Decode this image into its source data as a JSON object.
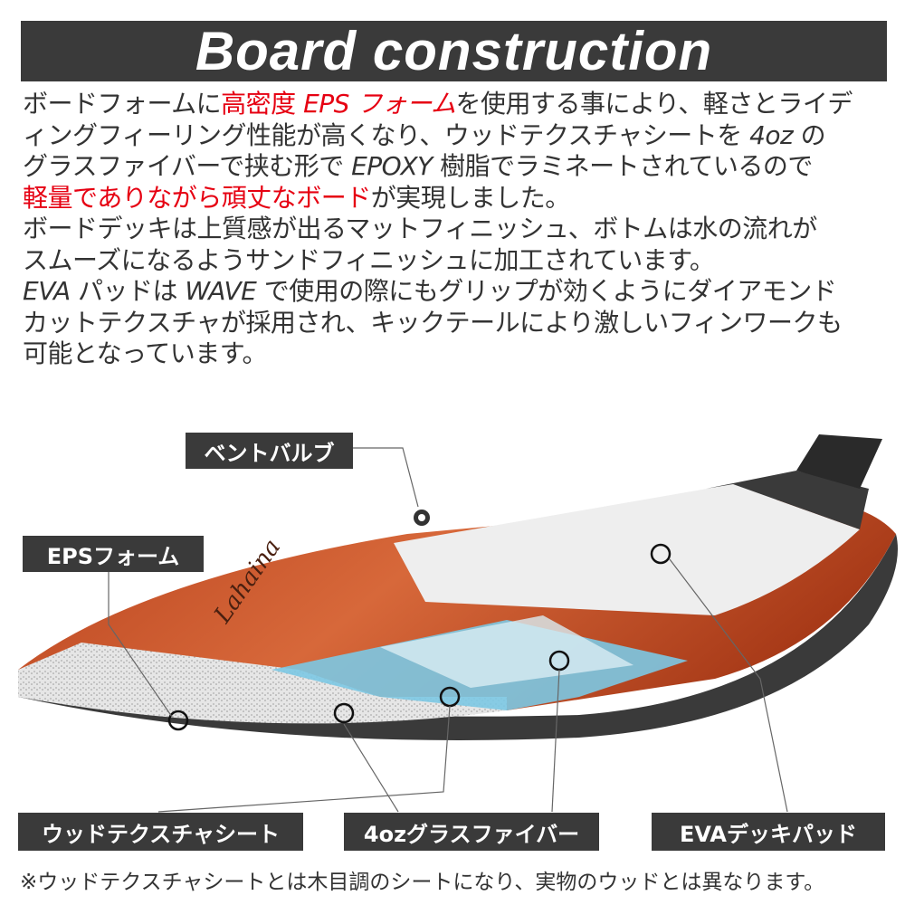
{
  "title": "Board construction",
  "description": {
    "lines": [
      [
        {
          "t": "ボードフォームに"
        },
        {
          "t": "高密度 ",
          "c": "red"
        },
        {
          "t": "EPS フォーム",
          "c": "red",
          "i": true
        },
        {
          "t": "を使用する事により、軽さとライデ"
        }
      ],
      [
        {
          "t": "ィングフィーリング性能が高くなり、ウッドテクスチャシートを "
        },
        {
          "t": "4oz",
          "i": true
        },
        {
          "t": " の"
        }
      ],
      [
        {
          "t": "グラスファイバーで挟む形で "
        },
        {
          "t": "EPOXY",
          "i": true
        },
        {
          "t": " 樹脂でラミネートされているので"
        }
      ],
      [
        {
          "t": "軽量でありながら頑丈なボード",
          "c": "red"
        },
        {
          "t": "が実現しました。"
        }
      ],
      [
        {
          "t": "ボードデッキは上質感が出るマットフィニッシュ、ボトムは水の流れが"
        }
      ],
      [
        {
          "t": "スムーズになるようサンドフィニッシュに加工されています。"
        }
      ],
      [
        {
          "t": "EVA",
          "i": true
        },
        {
          "t": " パッドは "
        },
        {
          "t": "WAVE",
          "i": true
        },
        {
          "t": " で使用の際にもグリップが効くようにダイアモンド"
        }
      ],
      [
        {
          "t": "カットテクスチャが採用され、キックテールにより激しいフィンワークも"
        }
      ],
      [
        {
          "t": "可能となっています。"
        }
      ]
    ]
  },
  "labels": {
    "vent_valve": "ベントバルブ",
    "eps_foam": "EPSフォーム",
    "wood_texture": "ウッドテクスチャシート",
    "glass_fiber": "4ozグラスファイバー",
    "eva_pad": "EVAデッキパッド"
  },
  "board_logo": "Lahaina",
  "footnote": "※ウッドテクスチャシートとは木目調のシートになり、実物のウッドとは異なります。",
  "colors": {
    "red": "#e60012",
    "dark": "#3a3a3a",
    "wood": "#c8552a",
    "blue": "#7cc8e3"
  }
}
